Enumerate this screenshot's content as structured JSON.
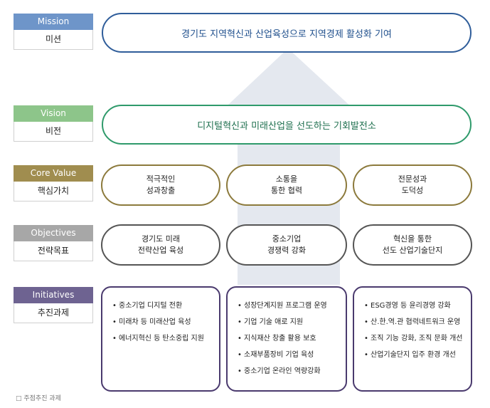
{
  "rows": [
    {
      "id": "mission",
      "en": "Mission",
      "ko": "미션",
      "color": "#6e95c9"
    },
    {
      "id": "vision",
      "en": "Vision",
      "ko": "비전",
      "color": "#8dc58a"
    },
    {
      "id": "core",
      "en": "Core Value",
      "ko": "핵심가치",
      "color": "#a08d4f"
    },
    {
      "id": "objectives",
      "en": "Objectives",
      "ko": "전략목표",
      "color": "#a7a7a7"
    },
    {
      "id": "initiatives",
      "en": "Initiatives",
      "ko": "추진과제",
      "color": "#6e6391"
    }
  ],
  "mission": "경기도 지역혁신과 산업육성으로 지역경제 활성화 기여",
  "vision": "디지털혁신과 미래산업을 선도하는 기회발전소",
  "core_values": [
    {
      "line1": "적극적인",
      "line2": "성과창출"
    },
    {
      "line1": "소통을",
      "line2": "통한 협력"
    },
    {
      "line1": "전문성과",
      "line2": "도덕성"
    }
  ],
  "objectives": [
    {
      "line1": "경기도 미래",
      "line2": "전략산업 육성"
    },
    {
      "line1": "중소기업",
      "line2": "경쟁력 강화"
    },
    {
      "line1": "혁신을 통한",
      "line2": "선도 산업기술단지"
    }
  ],
  "initiatives": [
    [
      "중소기업 디지털 전환",
      "미래차 등 미래산업 육성",
      "에너지혁신 등 탄소중립 지원"
    ],
    [
      "성장단계지원 프로그램 운영",
      "기업 기술 애로 지원",
      "지식재산 창출 활용 보호",
      "소재부품장비 기업 육성",
      "중소기업 온라인 역량강화"
    ],
    [
      "ESG경영 등 윤리경영 강화",
      "산.한.역.관 협력네트워크 운영",
      "조직 기능 강화, 조직 문화 개선",
      "산업기술단지 입주 환경 개선"
    ]
  ],
  "footnote": "□ 주점추진 과제",
  "colors": {
    "mission_border": "#2f5d9a",
    "vision_border": "#2f9a6b",
    "core_border": "#8c7a3c",
    "objectives_border": "#555555",
    "initiatives_border": "#4a3a6e",
    "arrow": "#e3e8f0"
  }
}
